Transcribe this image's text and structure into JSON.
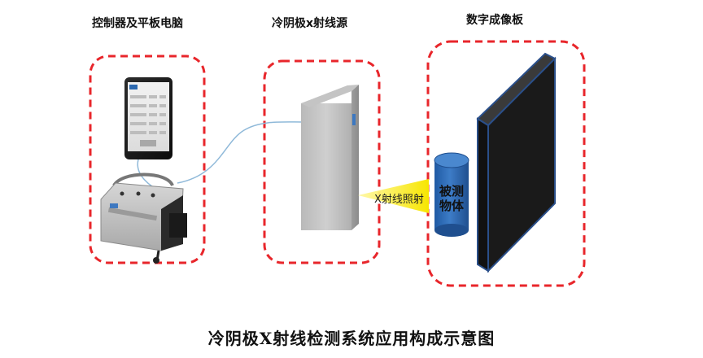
{
  "labels": {
    "controller": "控制器及平板电脑",
    "xray_source": "冷阴极x射线源",
    "detector": "数字成像板"
  },
  "beam_label": "X射线照射",
  "object_label_line1": "被测",
  "object_label_line2": "物体",
  "caption": "冷阴极X射线检测系统应用构成示意图",
  "colors": {
    "dashed_border": "#e8262b",
    "cable": "#8fb9d9",
    "beam": "#f7e600",
    "object_fill": "#2f6db5",
    "detector_fill": "#1a1a1a",
    "detector_edge": "#2a4f8a"
  }
}
